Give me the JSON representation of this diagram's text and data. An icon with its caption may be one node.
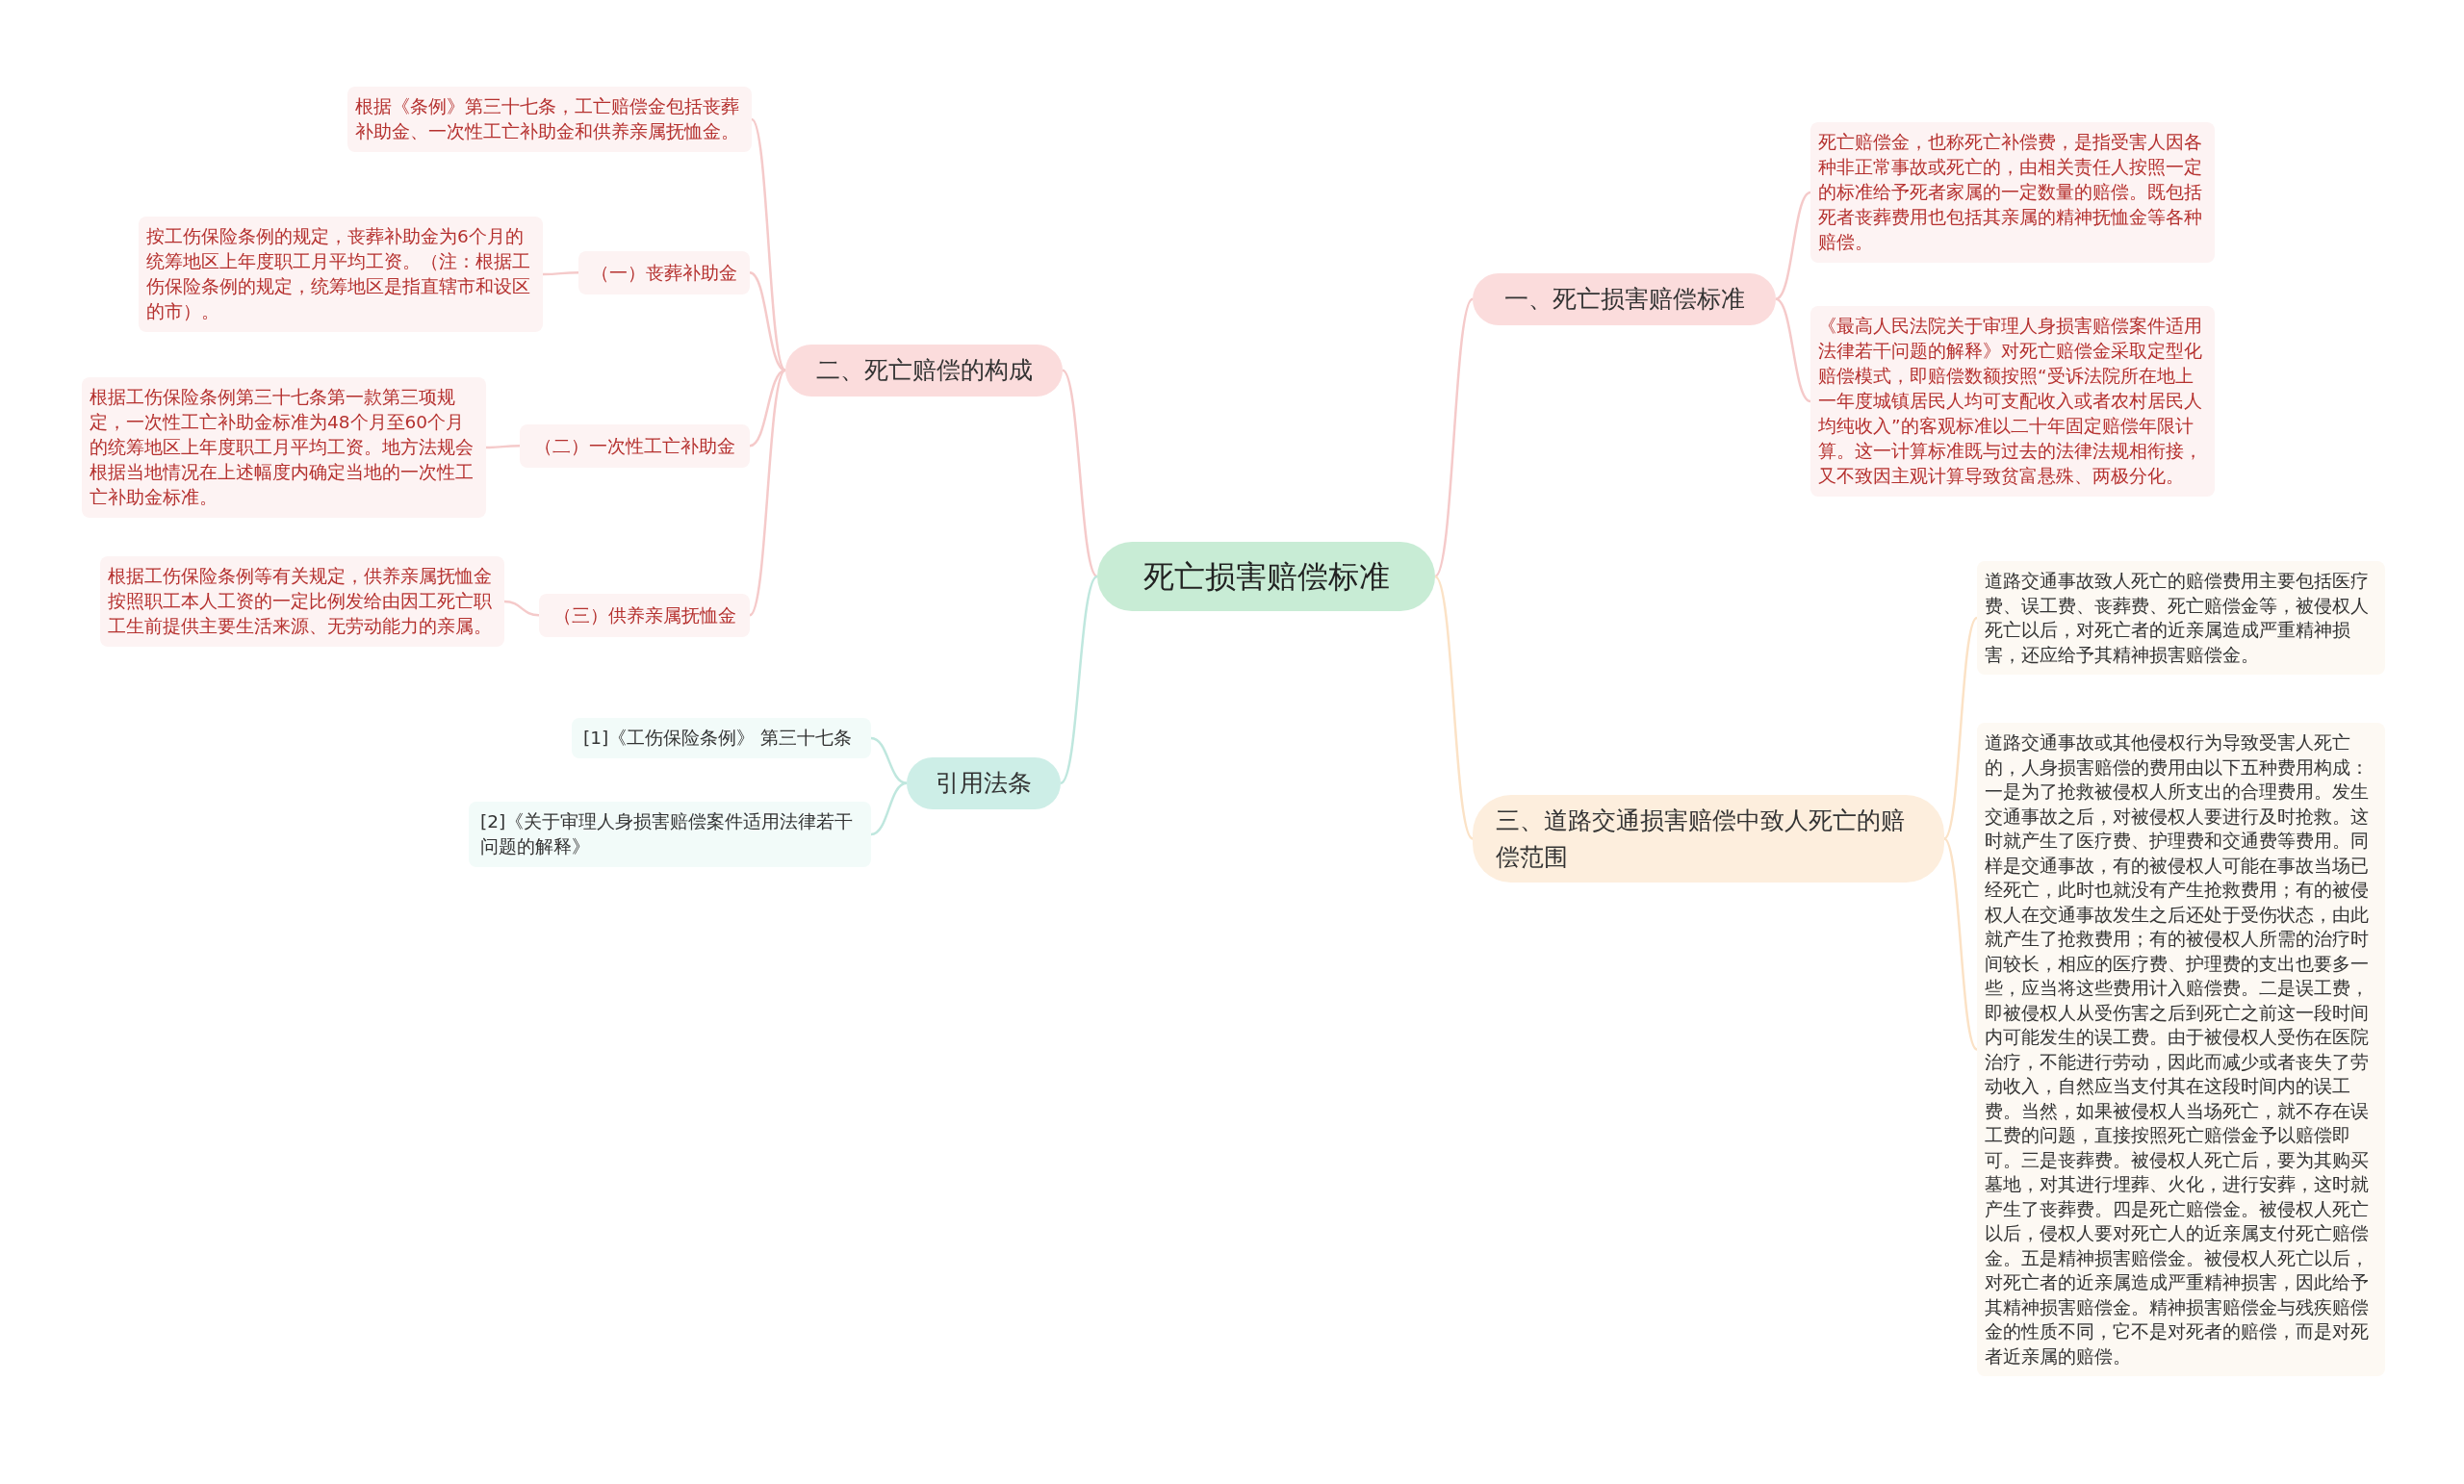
{
  "diagram": {
    "nodes": [
      {
        "text": [
          "死亡损害赔偿标准"
        ]
      },
      {
        "text": [
          "一、死亡损害赔偿标准"
        ]
      },
      {
        "text": [
          "死亡赔偿金，也称死亡补偿费，是指受害人因各种非正常事故或死亡的，由相关责任人按照一定的标准给予死者家属的一定数量的赔偿。既包括死者丧葬费用也包括其亲属的精神抚恤金等各种赔偿。"
        ]
      },
      {
        "text": [
          "《最高人民法院关于审理人身损害赔偿案件适用法律若干问题的解释》对死亡赔偿金采取定型化赔偿模式，即赔偿数额按照“受诉法院所在地上一年度城镇居民人均可支配收入或者农村居民人均纯收入”的客观标准以二十年固定赔偿年限计算。这一计算标准既与过去的法律法规相衔接，又不致因主观计算导致贫富悬殊、两极分化。"
        ]
      },
      {
        "text": [
          "二、死亡赔偿的构成"
        ]
      },
      {
        "text": [
          "根据《条例》第三十七条，工亡赔偿金包括丧葬补助金、一次性工亡补助金和供养亲属抚恤金。"
        ]
      },
      {
        "text": [
          "（一）丧葬补助金"
        ]
      },
      {
        "text": [
          "按工伤保险条例的规定，丧葬补助金为6个月的统筹地区上年度职工月平均工资。（注：根据工伤保险条例的规定，统筹地区是指直辖市和设区的市）。"
        ]
      },
      {
        "text": [
          "（二）一次性工亡补助金"
        ]
      },
      {
        "text": [
          "根据工伤保险条例第三十七条第一款第三项规定，一次性工亡补助金标准为48个月至60个月的统筹地区上年度职工月平均工资。地方法规会根据当地情况在上述幅度内确定当地的一次性工亡补助金标准。"
        ]
      },
      {
        "text": [
          "（三）供养亲属抚恤金"
        ]
      },
      {
        "text": [
          "根据工伤保险条例等有关规定，供养亲属抚恤金按照职工本人工资的一定比例发给由因工死亡职工生前提供主要生活来源、无劳动能力的亲属。"
        ]
      },
      {
        "text": [
          "三、道路交通损害赔偿中致人死亡的赔偿范围"
        ]
      },
      {
        "text": [
          "道路交通事故致人死亡的赔偿费用主要包括医疗费、误工费、丧葬费、死亡赔偿金等，被侵权人死亡以后，对死亡者的近亲属造成严重精神损害，还应给予其精神损害赔偿金。"
        ]
      },
      {
        "text": [
          "道路交通事故或其他侵权行为导致受害人死亡的，人身损害赔偿的费用由以下五种费用构成：一是为了抢救被侵权人所支出的合理费用。发生交通事故之后，对被侵权人要进行及时抢救。这时就产生了医疗费、护理费和交通费等费用。同样是交通事故，有的被侵权人可能在事故当场已经死亡，此时也就没有产生抢救费用；有的被侵权人在交通事故发生之后还处于受伤状态，由此就产生了抢救费用；有的被侵权人所需的治疗时间较长，相应的医疗费、护理费的支出也要多一些，应当将这些费用计入赔偿费。二是误工费，即被侵权人从受伤害之后到死亡之前这一段时间内可能发生的误工费。由于被侵权人受伤在医院治疗，不能进行劳动，因此而减少或者丧失了劳动收入，自然应当支付其在这段时间内的误工费。当然，如果被侵权人当场死亡，就不存在误工费的问题，直接按照死亡赔偿金予以赔偿即可。三是丧葬费。被侵权人死亡后，要为其购买墓地，对其进行埋葬、火化，进行安葬，这时就产生了丧葬费。四是死亡赔偿金。被侵权人死亡以后，侵权人要对死亡人的近亲属支付死亡赔偿金。五是精神损害赔偿金。被侵权人死亡以后，对死亡者的近亲属造成严重精神损害，因此给予其精神损害赔偿金。精神损害赔偿金与残疾赔偿金的性质不同，它不是对死者的赔偿，而是对死者近亲属的赔偿。"
        ]
      },
      {
        "text": [
          "引用法条"
        ]
      },
      {
        "text": [
          "[1]《工伤保险条例》 第三十七条"
        ]
      },
      {
        "text": [
          "[2]《关于审理人身损害赔偿案件适用法律若干问题的解释》"
        ]
      }
    ],
    "edges": [
      {
        "from": 0,
        "to": 1,
        "arrow": "none"
      },
      {
        "from": 1,
        "to": 2,
        "arrow": "none"
      },
      {
        "from": 1,
        "to": 3,
        "arrow": "none"
      },
      {
        "from": 0,
        "to": 4,
        "arrow": "none"
      },
      {
        "from": 4,
        "to": 5,
        "arrow": "none"
      },
      {
        "from": 4,
        "to": 6,
        "arrow": "none"
      },
      {
        "from": 6,
        "to": 7,
        "arrow": "none"
      },
      {
        "from": 4,
        "to": 8,
        "arrow": "none"
      },
      {
        "from": 8,
        "to": 9,
        "arrow": "none"
      },
      {
        "from": 4,
        "to": 10,
        "arrow": "none"
      },
      {
        "from": 10,
        "to": 11,
        "arrow": "none"
      },
      {
        "from": 0,
        "to": 12,
        "arrow": "none",
        "color": "#fbe2c6"
      },
      {
        "from": 12,
        "to": 13,
        "arrow": "none",
        "color": "#fbe2c6"
      },
      {
        "from": 12,
        "to": 14,
        "arrow": "none",
        "color": "#fbe2c6"
      },
      {
        "from": 0,
        "to": 15,
        "arrow": "none",
        "color": "#bfe7de"
      },
      {
        "from": 15,
        "to": 16,
        "arrow": "none",
        "color": "#bfe7de"
      },
      {
        "from": 15,
        "to": 17,
        "arrow": "none",
        "color": "#bfe7de"
      }
    ]
  }
}
